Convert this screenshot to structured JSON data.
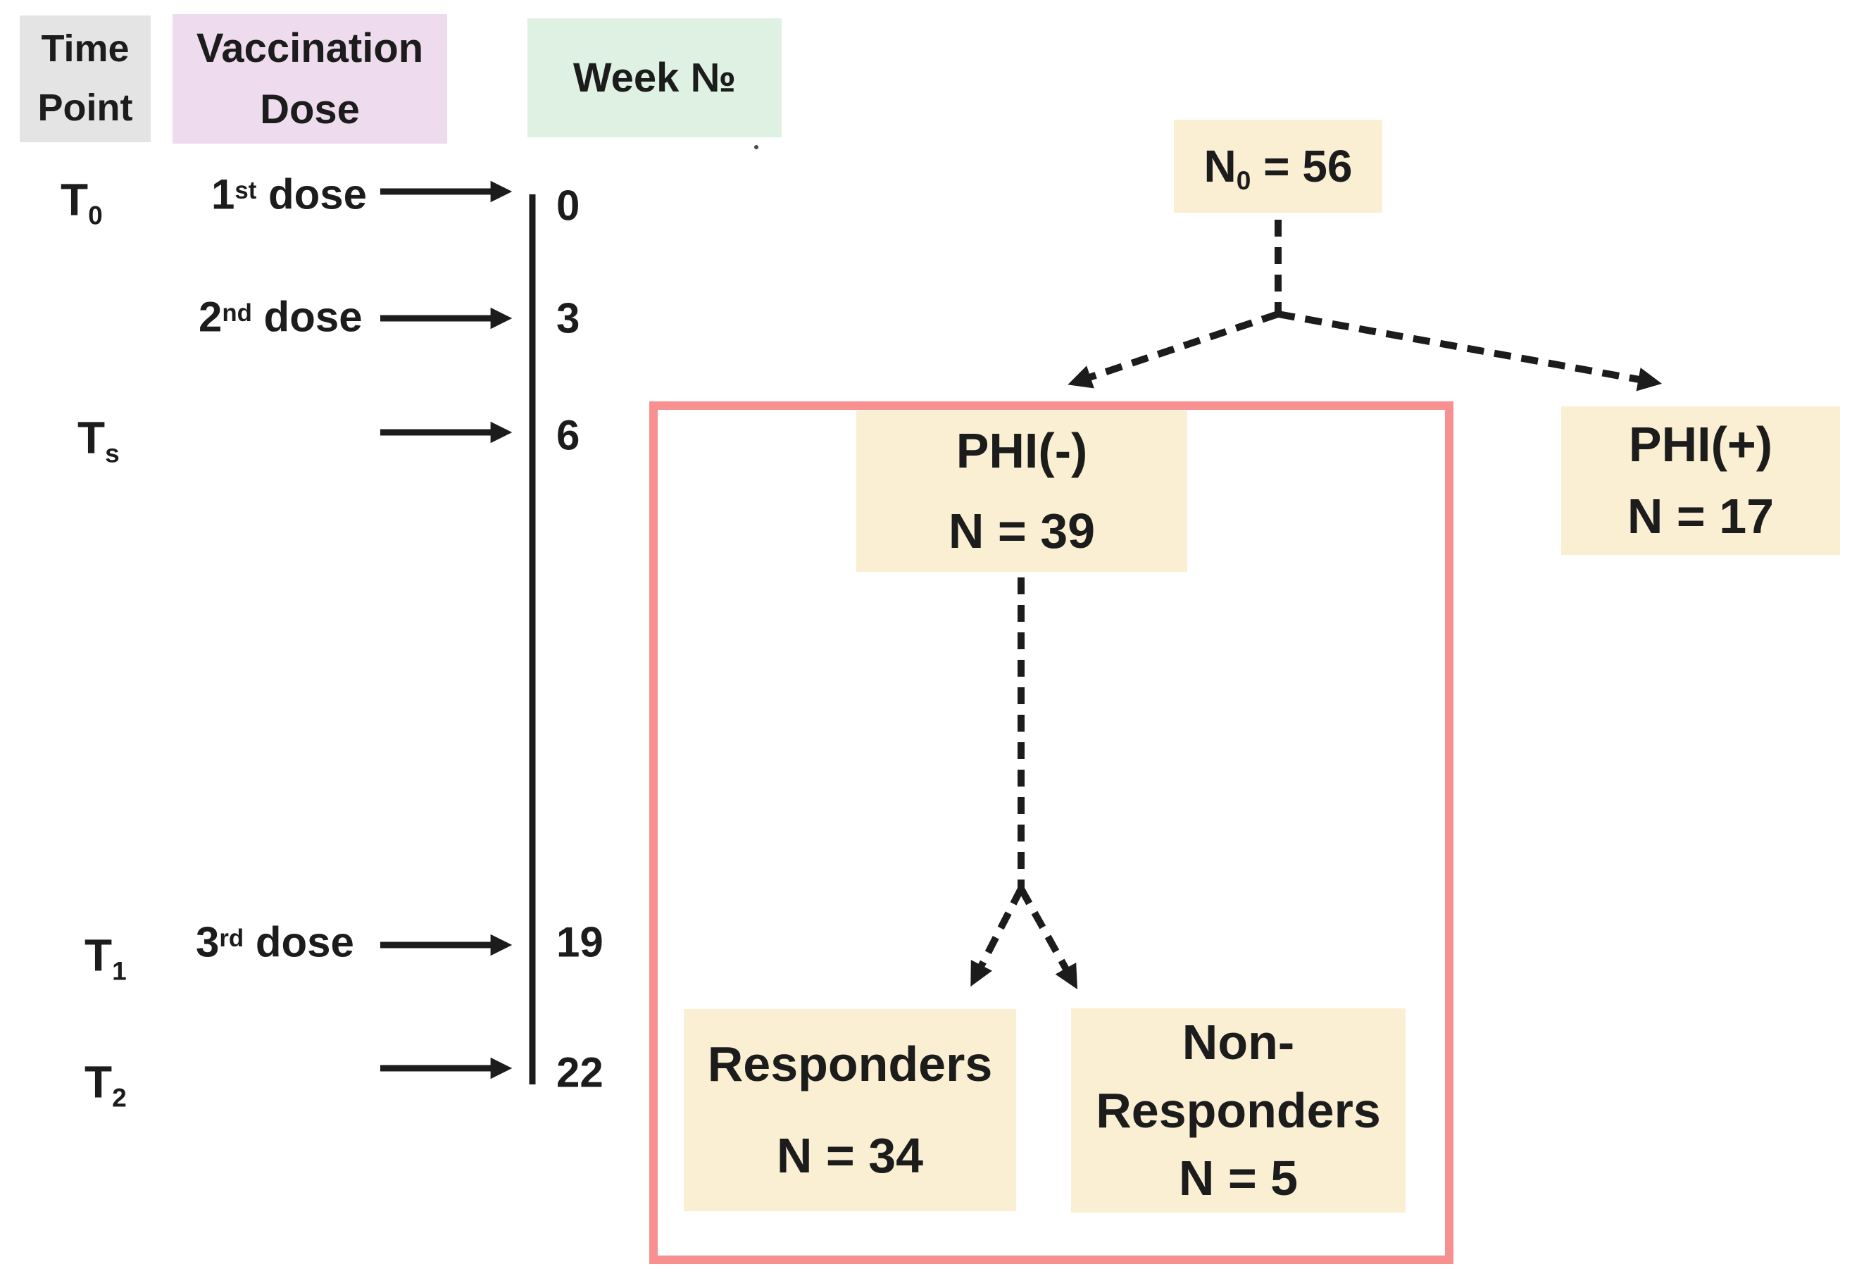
{
  "diagram": {
    "headers": {
      "time_point": "Time Point",
      "vaccination_dose": "Vaccination Dose",
      "week_no": "Week №"
    },
    "timeline": {
      "rows": [
        {
          "time_point": "T",
          "time_point_sub": "0",
          "dose": "1",
          "dose_ordinal": "st",
          "dose_suffix": " dose",
          "week": "0"
        },
        {
          "dose": "2",
          "dose_ordinal": "nd",
          "dose_suffix": " dose",
          "week": "3"
        },
        {
          "time_point": "T",
          "time_point_sub": "s",
          "week": "6"
        },
        {
          "time_point": "T",
          "time_point_sub": "1",
          "dose": "3",
          "dose_ordinal": "rd",
          "dose_suffix": " dose",
          "week": "19"
        },
        {
          "time_point": "T",
          "time_point_sub": "2",
          "week": "22"
        }
      ]
    },
    "flowchart": {
      "root": {
        "prefix": "N",
        "sub": "0",
        "suffix": " = 56"
      },
      "phi_negative": {
        "line1": "PHI(-)",
        "line2": "N = 39"
      },
      "phi_positive": {
        "line1": "PHI(+)",
        "line2": "N = 17"
      },
      "responders": {
        "line1": "Responders",
        "line2": "N = 34"
      },
      "non_responders": {
        "line1": "Non-",
        "line2": "Responders",
        "line3": "N = 5"
      }
    },
    "colors": {
      "header_gray": "#e5e4e4",
      "header_purple": "#eedcee",
      "header_green": "#def1e2",
      "node_cream": "#faefd2",
      "highlight_red": "#f7908e",
      "ink": "#1c1c1c"
    }
  }
}
